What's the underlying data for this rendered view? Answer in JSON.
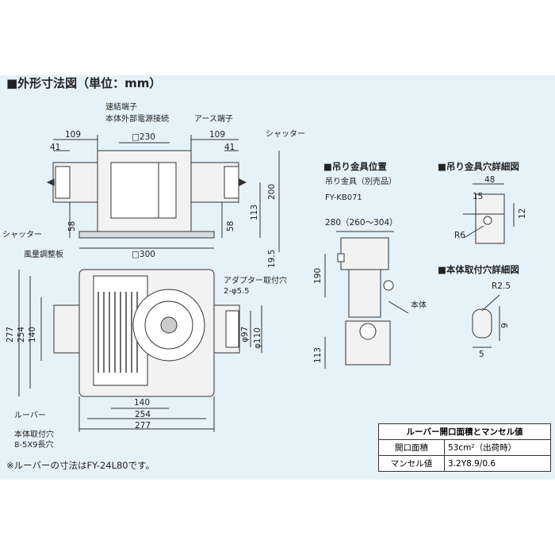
{
  "title": "■外形寸法図（単位：mm）",
  "top_view": {
    "labels": {
      "renketsu": "速結端子",
      "power": "本体外部電源接続",
      "earth": "アース端子",
      "shutter_r": "シャッター",
      "shutter_l": "シャッター",
      "box230": "□230",
      "box300": "□300"
    },
    "dims": {
      "d109_left": "109",
      "d41_left": "41",
      "d109_right": "109",
      "d41_right": "41",
      "d58_left": "58",
      "d58_right": "58",
      "d113": "113",
      "d200": "200",
      "d195": "19.5"
    }
  },
  "bottom_view": {
    "labels": {
      "damper": "風量調整板",
      "adapter": "アダプター取付穴",
      "adapter_holes": "2-φ5.5",
      "louver": "ルーバー",
      "mount_holes": "本体取付穴",
      "mount_slots": "8-5X9長穴"
    },
    "dims": {
      "d277_v": "277",
      "d254_v": "254",
      "d140_v": "140",
      "d97": "φ97",
      "d110": "φ110",
      "d140_h": "140",
      "d254_h": "254",
      "d277_h": "277"
    }
  },
  "note": "※ルーバーの寸法はFY-24L80です。",
  "hanger": {
    "title": "■吊り金具位置",
    "part": "吊り金具（別売品）",
    "model": "FY-KB071",
    "d280": "280（260〜304）",
    "d190": "190",
    "d113": "113",
    "body": "本体"
  },
  "hanger_hole": {
    "title": "■吊り金具穴詳細図",
    "d48": "48",
    "d15": "15",
    "d12": "12",
    "r6": "R6"
  },
  "body_hole": {
    "title": "■本体取付穴詳細図",
    "r25": "R2.5",
    "d9": "9",
    "d5": "5"
  },
  "spec_table": {
    "header": "ルーバー開口面積とマンセル値",
    "rows": [
      {
        "key": "開口面積",
        "value": "53cm²（出荷時）"
      },
      {
        "key": "マンセル値",
        "value": "3.2Y8.9/0.6"
      }
    ]
  }
}
